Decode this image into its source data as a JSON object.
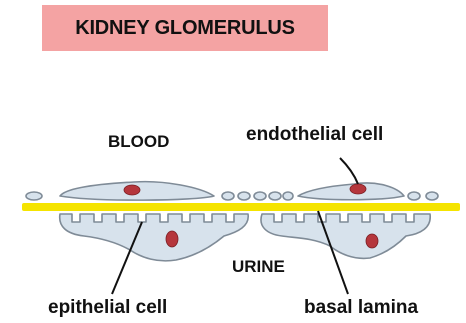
{
  "title": "KIDNEY GLOMERULUS",
  "labels": {
    "blood": "BLOOD",
    "urine": "URINE",
    "endothelial_cell": "endothelial cell",
    "epithelial_cell": "epithelial cell",
    "basal_lamina": "basal lamina"
  },
  "colors": {
    "title_background": "#f4a3a3",
    "cell_fill": "#d7e2ec",
    "cell_outline": "#7f8b97",
    "nucleus": "#b5363c",
    "basal_lamina": "#f5e400"
  }
}
